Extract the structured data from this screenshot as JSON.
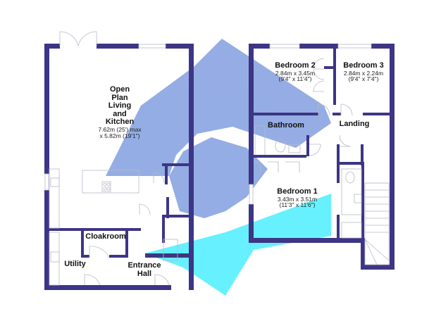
{
  "title": "Floor Plan",
  "colors": {
    "walls": "#3d3585",
    "logo_blue": "#8fa9e3",
    "logo_cyan": "#5ff0ff",
    "fixtures": "#b8b8c8"
  },
  "ground_floor": {
    "rooms": [
      {
        "name_lines": [
          "Open",
          "Plan",
          "Living",
          "and",
          "Kitchen"
        ],
        "dim1": "7.62m (25') max",
        "dim2": "x 5.82m (19'1\")"
      },
      {
        "name_lines": [
          "Cloakroom"
        ]
      },
      {
        "name_lines": [
          "Utility"
        ]
      },
      {
        "name_lines": [
          "Entrance",
          "Hall"
        ]
      }
    ]
  },
  "first_floor": {
    "rooms": [
      {
        "name_lines": [
          "Bedroom 2"
        ],
        "dim1": "2.84m x 3.45m",
        "dim2": "(9'4\" x 11'4\")"
      },
      {
        "name_lines": [
          "Bedroom 3"
        ],
        "dim1": "2.84m x 2.24m",
        "dim2": "(9'4\" x 7'4\")"
      },
      {
        "name_lines": [
          "Bathroom"
        ]
      },
      {
        "name_lines": [
          "Landing"
        ]
      },
      {
        "name_lines": [
          "Bedroom 1"
        ],
        "dim1": "3.43m x 3.51m",
        "dim2": "(11'3\" x 11'6\")"
      }
    ]
  }
}
